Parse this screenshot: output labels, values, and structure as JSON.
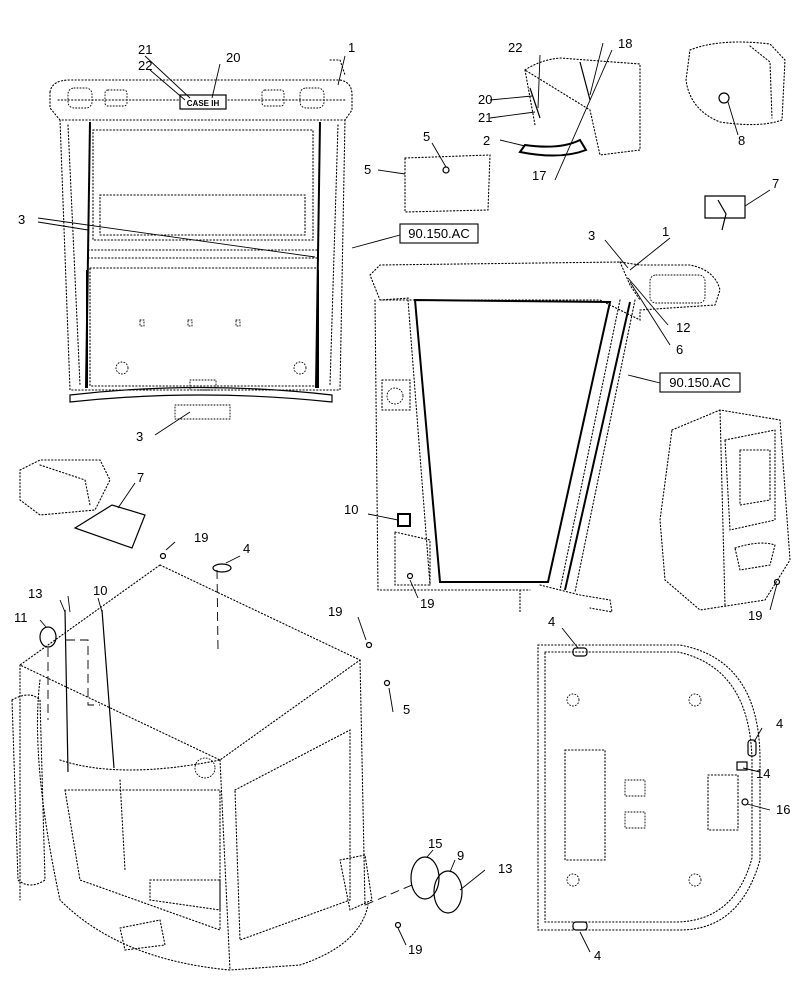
{
  "callouts": {
    "c1a": "1",
    "c20a": "20",
    "c21a": "21",
    "c22a": "22",
    "c3a": "3",
    "c3b": "3",
    "c5a": "5",
    "c5b": "5",
    "c22b": "22",
    "c18": "18",
    "c20b": "20",
    "c21b": "21",
    "c2": "2",
    "c17": "17",
    "c8": "8",
    "c7a": "7",
    "c3c": "3",
    "c1b": "1",
    "c12": "12",
    "c6": "6",
    "c10a": "10",
    "c19a": "19",
    "c7b": "7",
    "c19b": "19",
    "c4a": "4",
    "c13a": "13",
    "c10b": "10",
    "c11": "11",
    "c19c": "19",
    "c5c": "5",
    "c15": "15",
    "c9": "9",
    "c13b": "13",
    "c19d": "19",
    "c19e": "19",
    "c4b": "4",
    "c4c": "4",
    "c14": "14",
    "c16": "16",
    "c4d": "4"
  },
  "references": {
    "ref_a": "90.150.AC",
    "ref_b": "90.150.AC"
  },
  "logo_text": "CASE IH"
}
